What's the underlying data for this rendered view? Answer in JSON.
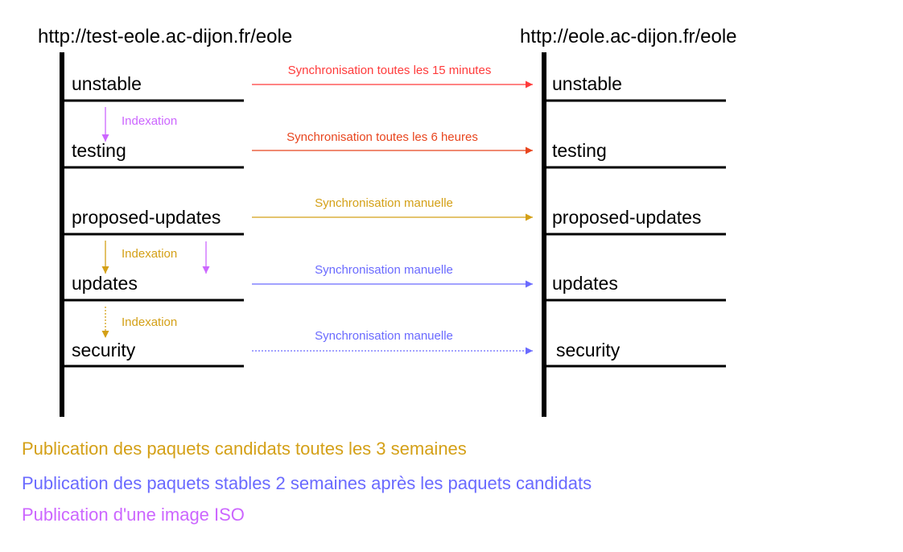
{
  "source": {
    "url": "http://test-eole.ac-dijon.fr/eole",
    "branches": [
      "unstable",
      "testing",
      "proposed-updates",
      "updates",
      "security"
    ]
  },
  "target": {
    "url": "http://eole.ac-dijon.fr/eole",
    "branches": [
      "unstable",
      "testing",
      "proposed-updates",
      "updates",
      "security"
    ]
  },
  "sync_arrows": [
    {
      "label": "Synchronisation toutes les 15 minutes",
      "color": "#ff3b3b",
      "style": "solid"
    },
    {
      "label": "Synchronisation toutes les 6 heures",
      "color": "#e8451e",
      "style": "solid"
    },
    {
      "label": "Synchronisation manuelle",
      "color": "#d4a017",
      "style": "solid"
    },
    {
      "label": "Synchronisation manuelle",
      "color": "#6a6aff",
      "style": "solid"
    },
    {
      "label": "Synchronisation manuelle",
      "color": "#6a6aff",
      "style": "dotted"
    }
  ],
  "indexations": [
    {
      "label": "Indexation",
      "color": "#cc66ff"
    },
    {
      "label": "Indexation",
      "color": "#d4a017"
    },
    {
      "label": "Indexation",
      "color": "#d4a017"
    }
  ],
  "legend": [
    {
      "text": "Publication des paquets candidats toutes les 3 semaines",
      "color": "#d4a017"
    },
    {
      "text": "Publication des paquets stables 2 semaines après les paquets candidats",
      "color": "#6a6aff"
    },
    {
      "text": "Publication d'une image ISO",
      "color": "#cc66ff"
    }
  ],
  "colors": {
    "purple": "#cc66ff",
    "gold": "#d4a017",
    "blue": "#6a6aff",
    "red": "#ff3b3b",
    "orange": "#e8451e",
    "black": "#000000"
  }
}
